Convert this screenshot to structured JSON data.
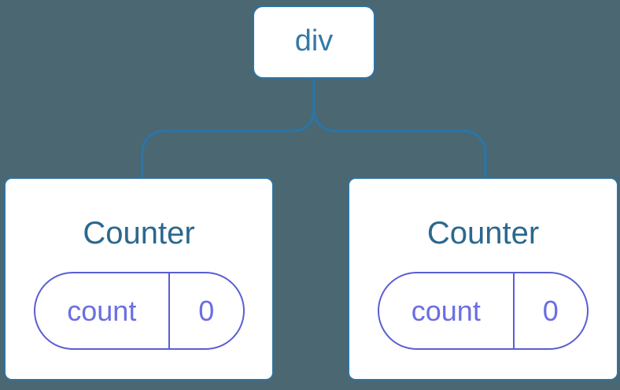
{
  "colors": {
    "background": "#4a6772",
    "edge_blue": "#2e74a3",
    "root_label_text": "#3579a8",
    "component_title_text": "#2b688f",
    "state_pill_border": "#5a5ed3",
    "state_pill_text": "#6a6ee2",
    "node_fill": "#ffffff"
  },
  "tree": {
    "root": {
      "label": "div"
    },
    "children": [
      {
        "title": "Counter",
        "state": {
          "key": "count",
          "value": "0"
        }
      },
      {
        "title": "Counter",
        "state": {
          "key": "count",
          "value": "0"
        }
      }
    ]
  }
}
